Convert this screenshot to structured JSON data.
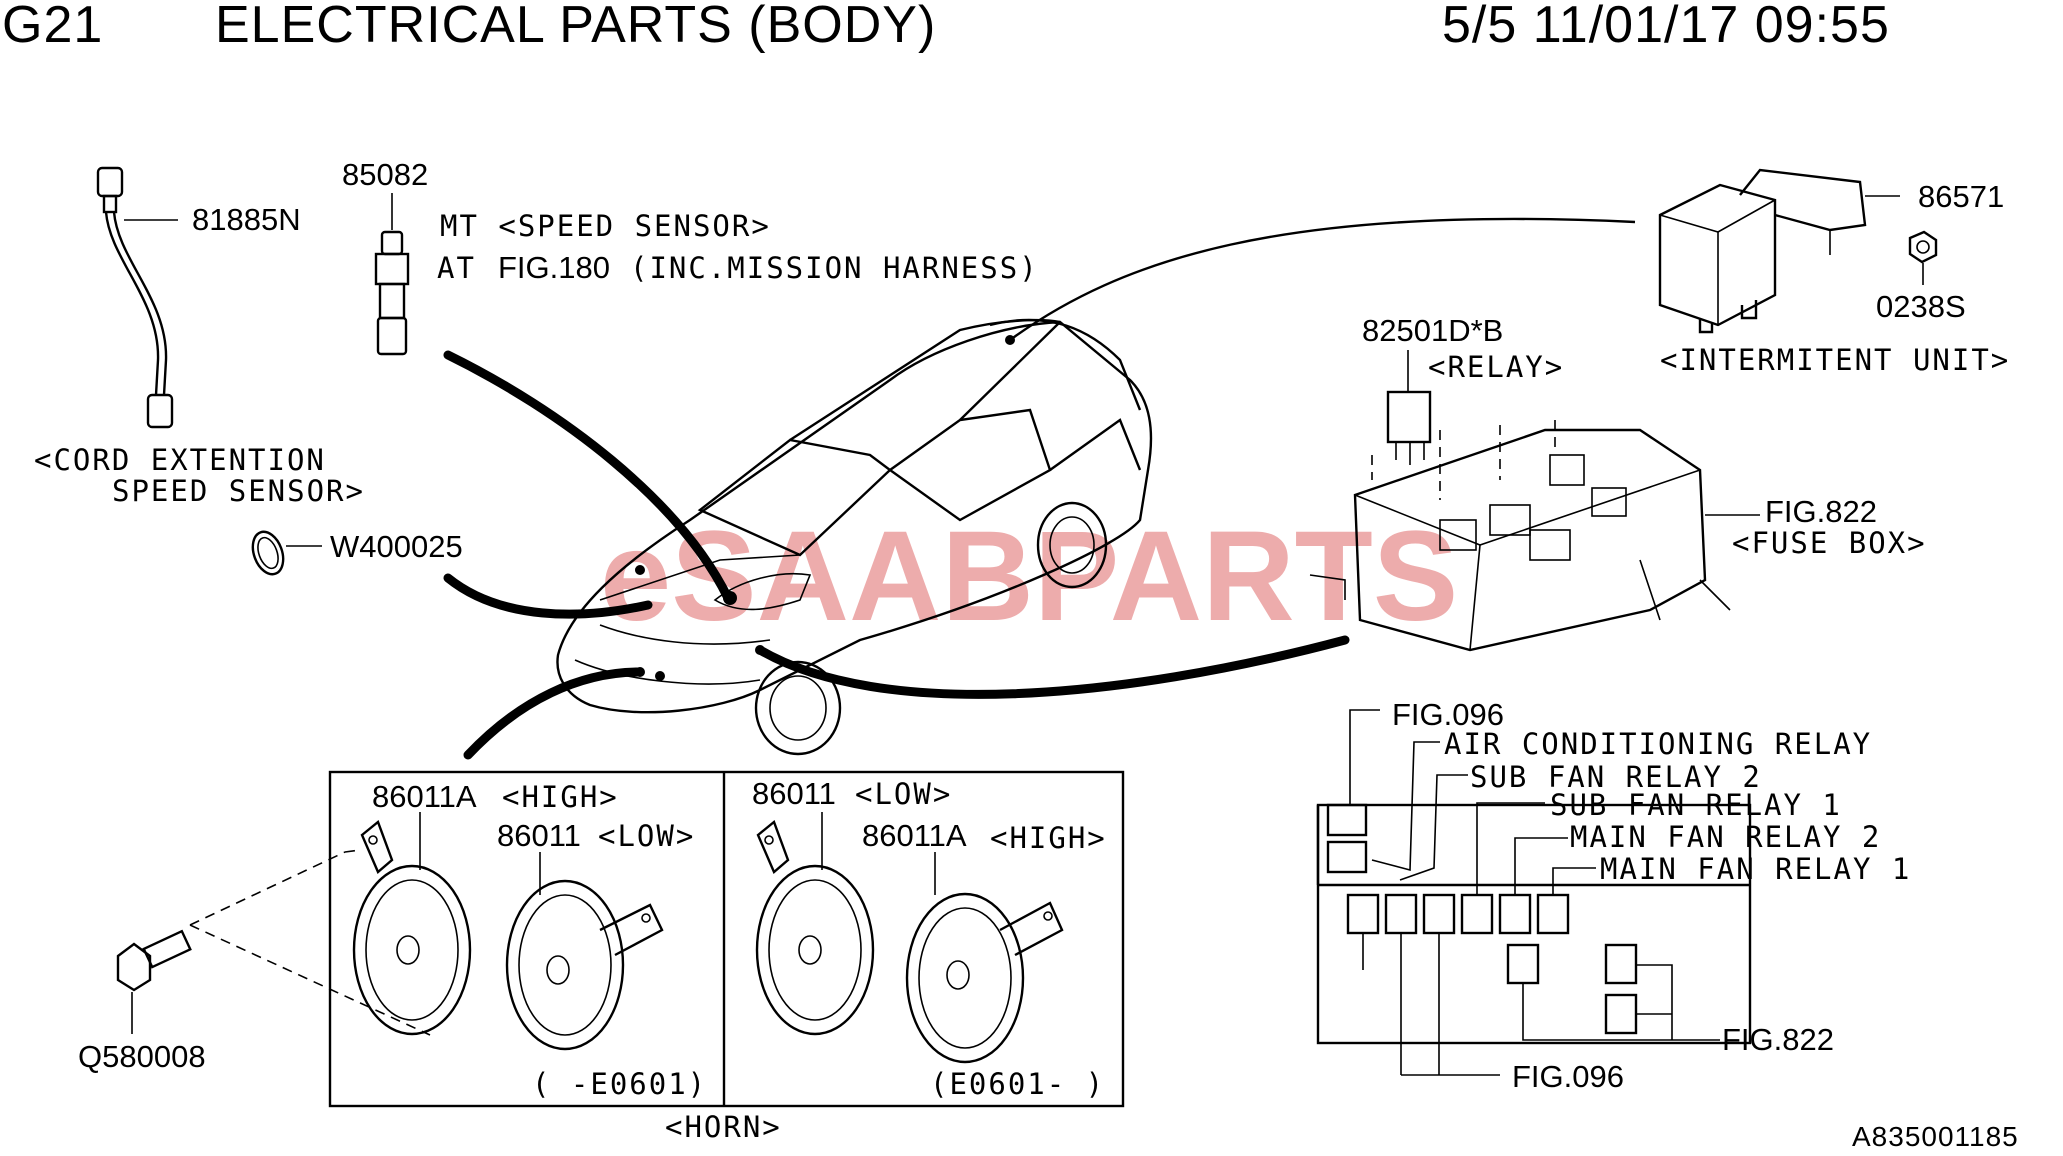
{
  "header": {
    "group_code": "G21",
    "title": "ELECTRICAL PARTS (BODY)",
    "page_date": "5/5 11/01/17 09:55"
  },
  "parts": {
    "cord": {
      "number": "81885N",
      "caption_1": "<CORD EXTENTION",
      "caption_2": "SPEED SENSOR>"
    },
    "speed_sensor": {
      "number": "85082",
      "note_1": "MT  <SPEED SENSOR>",
      "note_2_prefix": "AT",
      "note_2_fig": "FIG.180",
      "note_2_suffix": "(INC.MISSION HARNESS)"
    },
    "oring": {
      "number": "W400025"
    },
    "intermittent": {
      "number": "86571",
      "nut": "0238S",
      "caption": "<INTERMITENT UNIT>"
    },
    "relay": {
      "number": "82501D*B",
      "caption": "<RELAY>"
    },
    "fuse_box": {
      "fig": "FIG.822",
      "caption": "<FUSE BOX>"
    },
    "bolt": {
      "number": "Q580008"
    }
  },
  "horn": {
    "left": {
      "part_a": "86011A",
      "part_a_label": "<HIGH>",
      "part_b": "86011",
      "part_b_label": "<LOW>",
      "range": "(  -E0601)"
    },
    "right": {
      "part_a": "86011",
      "part_a_label": "<LOW>",
      "part_b": "86011A",
      "part_b_label": "<HIGH>",
      "range": "(E0601-  )"
    },
    "caption": "<HORN>"
  },
  "relay_layout": {
    "fig_top": "FIG.096",
    "labels": [
      "AIR CONDITIONING RELAY",
      "SUB FAN RELAY 2",
      "SUB FAN RELAY 1",
      "MAIN FAN RELAY 2",
      "MAIN FAN RELAY 1"
    ],
    "fig_right": "FIG.822",
    "fig_bottom": "FIG.096"
  },
  "watermark": "eSAABPARTS",
  "footer_ref": "A835001185"
}
